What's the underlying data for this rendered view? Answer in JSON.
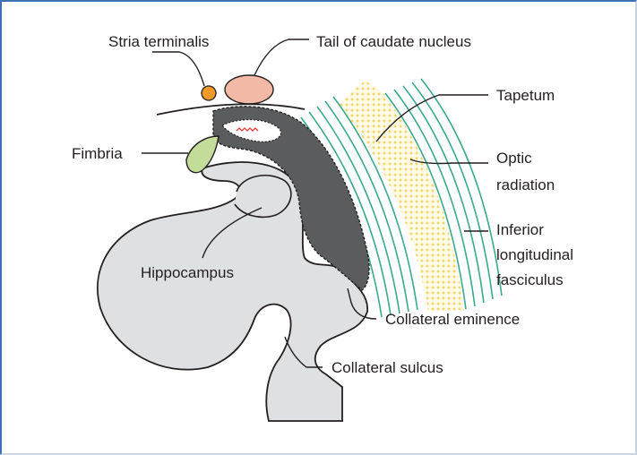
{
  "diagram": {
    "labels": {
      "stria_terminalis": "Stria terminalis",
      "tail_of_caudate_nucleus": "Tail of caudate nucleus",
      "tapetum": "Tapetum",
      "fimbria": "Fimbria",
      "optic_radiation_line1": "Optic",
      "optic_radiation_line2": "radiation",
      "inferior_longitudinal_line1": "Inferior",
      "inferior_longitudinal_line2": "longitudinal",
      "inferior_longitudinal_line3": "fasciculus",
      "hippocampus": "Hippocampus",
      "collateral_eminence": "Collateral eminence",
      "collateral_sulcus": "Collateral sulcus"
    },
    "colors": {
      "frame": "#3f6fb5",
      "grey_matter": "#dfe0e2",
      "ventricle": "#5b5c5e",
      "fimbria": "#c4dc9a",
      "caudate": "#f2b9a6",
      "stria": "#ee9a2a",
      "fibers": "#3aa98f",
      "tapetum_dots": "#f0d774",
      "outline": "#231f20"
    }
  }
}
